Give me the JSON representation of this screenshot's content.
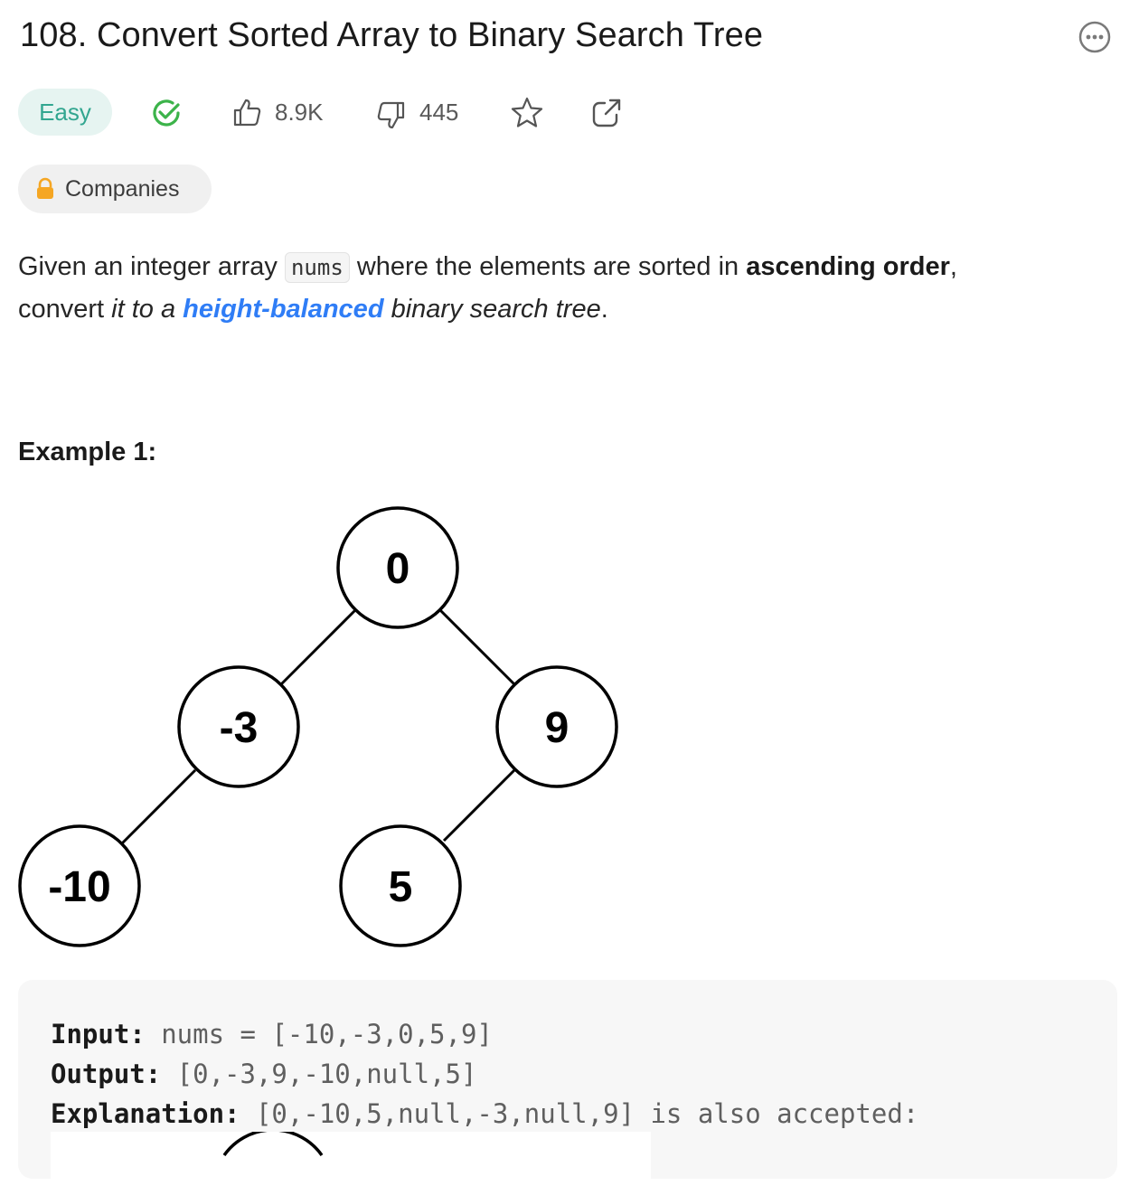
{
  "problem": {
    "title": "108. Convert Sorted Array to Binary Search Tree",
    "difficulty": "Easy",
    "likes": "8.9K",
    "dislikes": "445",
    "companies_label": "Companies"
  },
  "description": {
    "p1": "Given an integer array ",
    "code": "nums",
    "p2": " where the elements are sorted in ",
    "bold": "ascending order",
    "p3": ",",
    "p4": "convert ",
    "it1": "it to a ",
    "link": "height-balanced",
    "it2": " binary search tree",
    "p5": "."
  },
  "example": {
    "title": "Example 1:",
    "tree_nodes": [
      "0",
      "-3",
      "9",
      "-10",
      "5"
    ],
    "input_label": "Input:",
    "input_value": " nums = [-10,-3,0,5,9]",
    "output_label": "Output:",
    "output_value": " [0,-3,9,-10,null,5]",
    "explanation_label": "Explanation:",
    "explanation_value": " [0,-10,5,null,-3,null,9] is also accepted:"
  },
  "colors": {
    "easy_text": "#32a690",
    "easy_bg": "#e6f4f1",
    "solved_check": "#3cb34a",
    "link": "#2f7df6",
    "lock": "#f5a623"
  },
  "icons": [
    "more-icon",
    "solved-check-icon",
    "thumbs-up-icon",
    "thumbs-down-icon",
    "star-icon",
    "share-icon",
    "lock-icon"
  ]
}
